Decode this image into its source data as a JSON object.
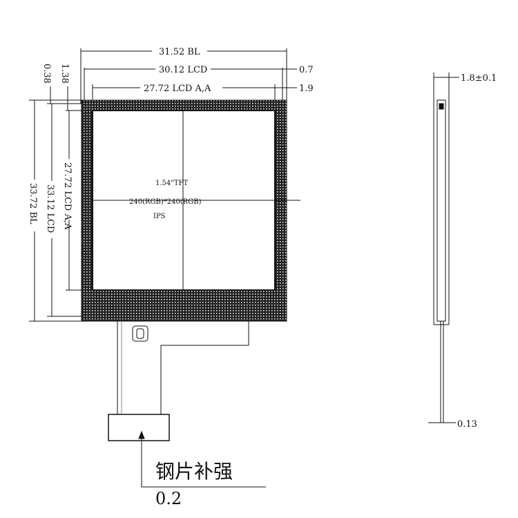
{
  "dimensions": {
    "bl_width": "31.52 BL",
    "lcd_width": "30.12 LCD",
    "aa_width": "27.72 LCD A,A",
    "right_offset_lcd": "0.7",
    "right_offset_aa": "1.9",
    "top_offset_lcd": "0.38",
    "top_offset_aa": "1.38",
    "bl_height": "33.72 BL",
    "lcd_height": "33.12 LCD",
    "aa_height": "27.72 LCD A,A",
    "thickness": "1.8±0.1",
    "fpc_thickness": "0.13",
    "stiffener_thickness": "0.2"
  },
  "panel": {
    "size": "1.54\"TFT",
    "resolution": "240(RGB)*240(RGB)",
    "type": "IPS"
  },
  "stiffener_label": "钢片补强"
}
